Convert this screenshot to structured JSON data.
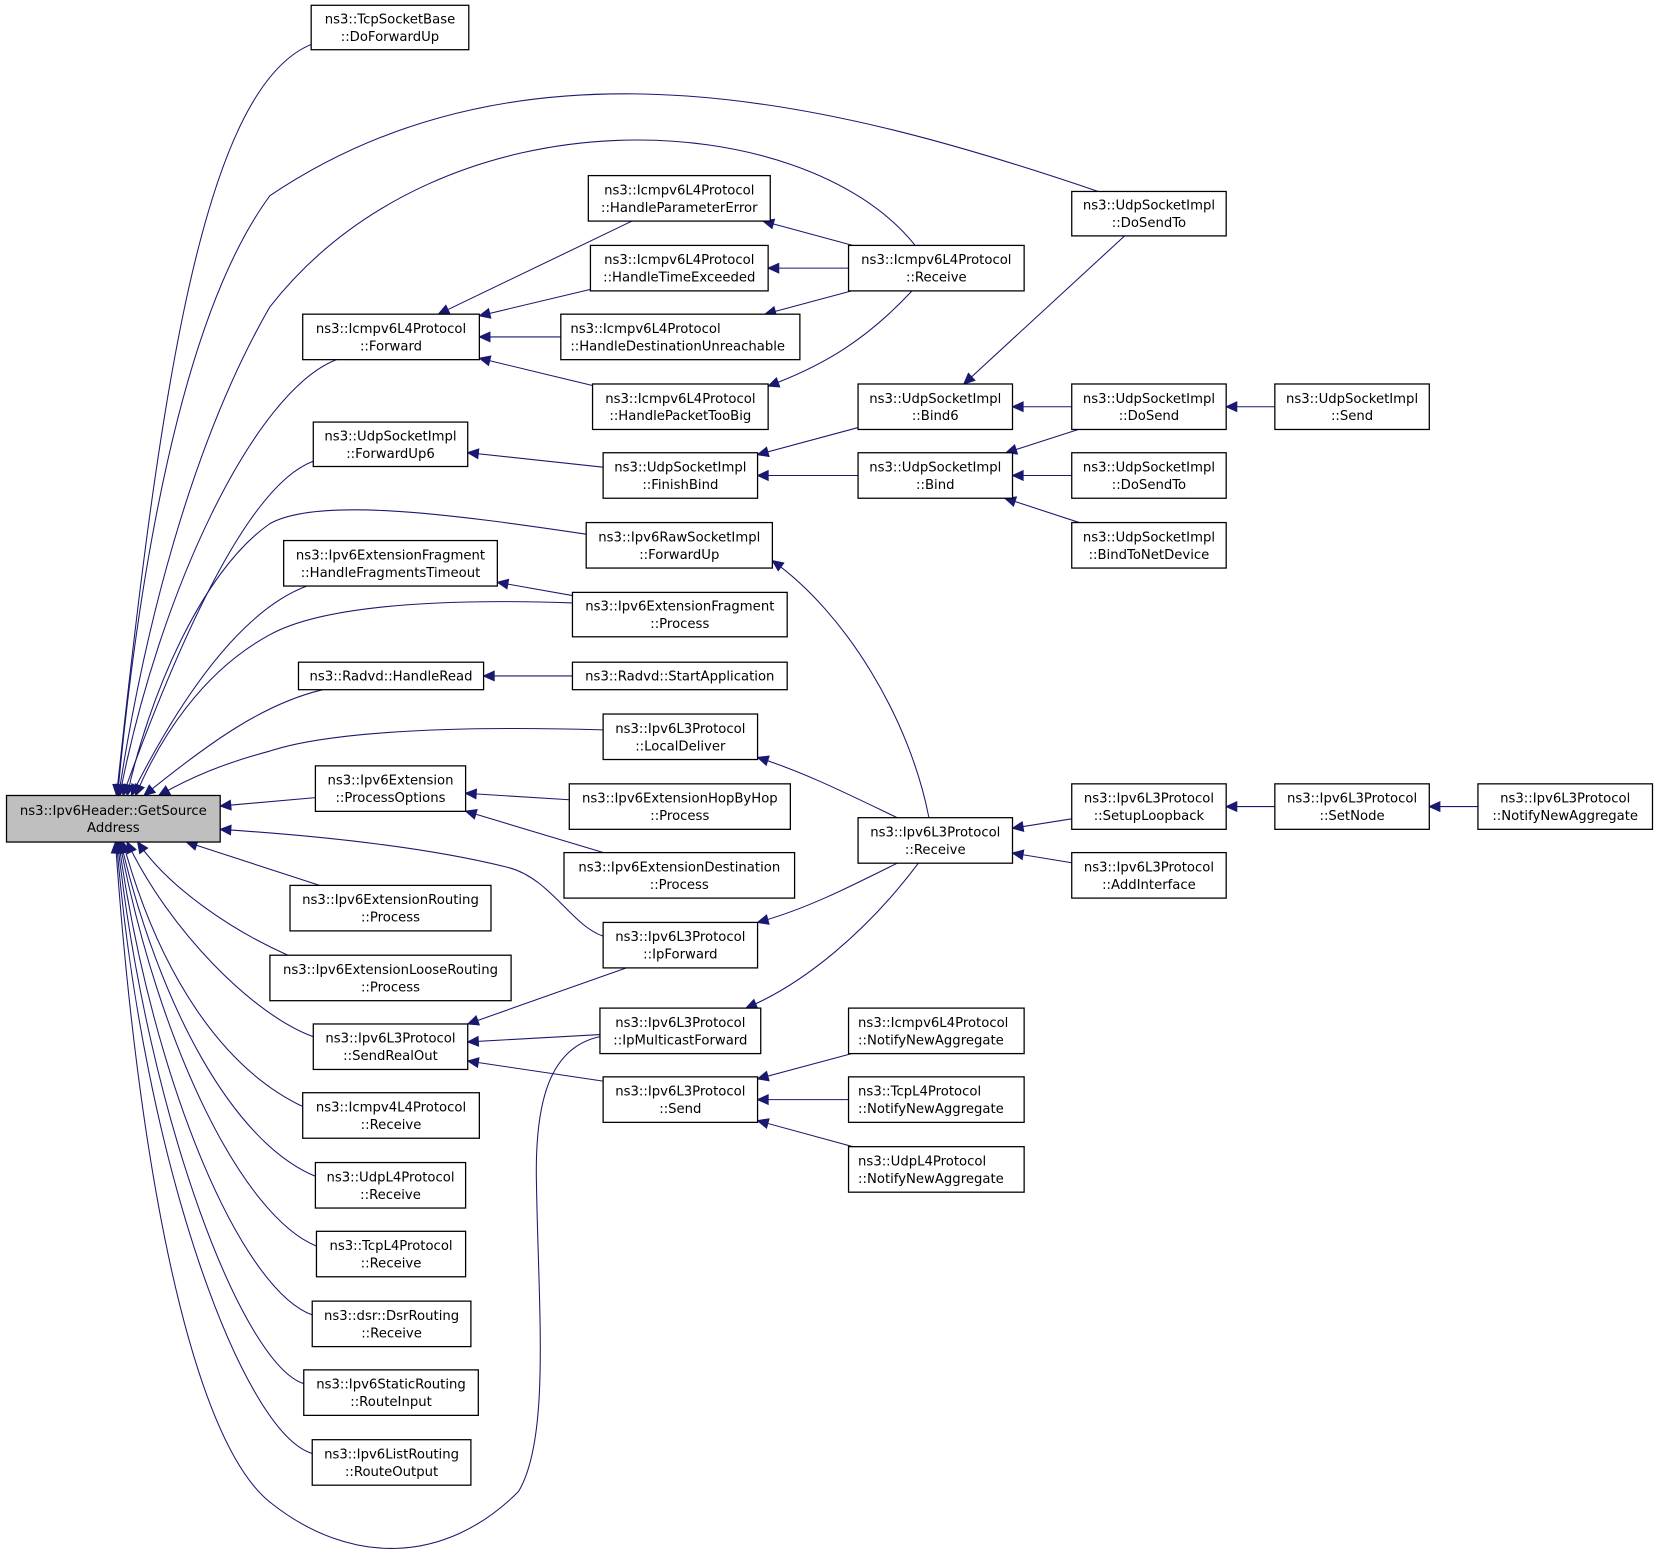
{
  "title": "Caller graph: ns3::Ipv6Header::GetSourceAddress",
  "colors": {
    "edge": "#191970",
    "root_fill": "#bfbfbf",
    "node_fill": "#ffffff",
    "node_border": "#000000"
  },
  "nodes": [
    {
      "id": "root",
      "lines": [
        "ns3::Ipv6Header::GetSource",
        "Address"
      ],
      "root": true
    },
    {
      "id": "tcpsb_dofwd",
      "lines": [
        "ns3::TcpSocketBase",
        "::DoForwardUp"
      ]
    },
    {
      "id": "icmp_fwd",
      "lines": [
        "ns3::Icmpv6L4Protocol",
        "::Forward"
      ]
    },
    {
      "id": "icmp_hpe",
      "lines": [
        "ns3::Icmpv6L4Protocol",
        "::HandleParameterError"
      ]
    },
    {
      "id": "icmp_hte",
      "lines": [
        "ns3::Icmpv6L4Protocol",
        "::HandleTimeExceeded"
      ]
    },
    {
      "id": "icmp_hdu",
      "lines": [
        "ns3::Icmpv6L4Protocol",
        "::HandleDestinationUnreachable"
      ]
    },
    {
      "id": "icmp_hptb",
      "lines": [
        "ns3::Icmpv6L4Protocol",
        "::HandlePacketTooBig"
      ]
    },
    {
      "id": "icmp_recv",
      "lines": [
        "ns3::Icmpv6L4Protocol",
        "::Receive"
      ]
    },
    {
      "id": "udp_dosendto_top",
      "lines": [
        "ns3::UdpSocketImpl",
        "::DoSendTo"
      ]
    },
    {
      "id": "udp_fwdup6",
      "lines": [
        "ns3::UdpSocketImpl",
        "::ForwardUp6"
      ]
    },
    {
      "id": "udp_finishbind",
      "lines": [
        "ns3::UdpSocketImpl",
        "::FinishBind"
      ]
    },
    {
      "id": "udp_bind6",
      "lines": [
        "ns3::UdpSocketImpl",
        "::Bind6"
      ]
    },
    {
      "id": "udp_bind",
      "lines": [
        "ns3::UdpSocketImpl",
        "::Bind"
      ]
    },
    {
      "id": "udp_dosend",
      "lines": [
        "ns3::UdpSocketImpl",
        "::DoSend"
      ]
    },
    {
      "id": "udp_send",
      "lines": [
        "ns3::UdpSocketImpl",
        "::Send"
      ]
    },
    {
      "id": "udp_dosendto",
      "lines": [
        "ns3::UdpSocketImpl",
        "::DoSendTo"
      ]
    },
    {
      "id": "udp_bindnd",
      "lines": [
        "ns3::UdpSocketImpl",
        "::BindToNetDevice"
      ]
    },
    {
      "id": "raw_fwdup",
      "lines": [
        "ns3::Ipv6RawSocketImpl",
        "::ForwardUp"
      ]
    },
    {
      "id": "frag_hft",
      "lines": [
        "ns3::Ipv6ExtensionFragment",
        "::HandleFragmentsTimeout"
      ]
    },
    {
      "id": "frag_proc",
      "lines": [
        "ns3::Ipv6ExtensionFragment",
        "::Process"
      ]
    },
    {
      "id": "radvd_hr",
      "lines": [
        "ns3::Radvd::HandleRead"
      ]
    },
    {
      "id": "radvd_sa",
      "lines": [
        "ns3::Radvd::StartApplication"
      ]
    },
    {
      "id": "l3_localdeliver",
      "lines": [
        "ns3::Ipv6L3Protocol",
        "::LocalDeliver"
      ]
    },
    {
      "id": "ext_procopt",
      "lines": [
        "ns3::Ipv6Extension",
        "::ProcessOptions"
      ]
    },
    {
      "id": "ext_hbh",
      "lines": [
        "ns3::Ipv6ExtensionHopByHop",
        "::Process"
      ]
    },
    {
      "id": "ext_dest",
      "lines": [
        "ns3::Ipv6ExtensionDestination",
        "::Process"
      ]
    },
    {
      "id": "ext_routing",
      "lines": [
        "ns3::Ipv6ExtensionRouting",
        "::Process"
      ]
    },
    {
      "id": "ext_loose",
      "lines": [
        "ns3::Ipv6ExtensionLooseRouting",
        "::Process"
      ]
    },
    {
      "id": "l3_ipforward",
      "lines": [
        "ns3::Ipv6L3Protocol",
        "::IpForward"
      ]
    },
    {
      "id": "l3_receive",
      "lines": [
        "ns3::Ipv6L3Protocol",
        "::Receive"
      ]
    },
    {
      "id": "l3_setuploop",
      "lines": [
        "ns3::Ipv6L3Protocol",
        "::SetupLoopback"
      ]
    },
    {
      "id": "l3_addif",
      "lines": [
        "ns3::Ipv6L3Protocol",
        "::AddInterface"
      ]
    },
    {
      "id": "l3_setnode",
      "lines": [
        "ns3::Ipv6L3Protocol",
        "::SetNode"
      ]
    },
    {
      "id": "l3_nna",
      "lines": [
        "ns3::Ipv6L3Protocol",
        "::NotifyNewAggregate"
      ]
    },
    {
      "id": "l3_sendrealout",
      "lines": [
        "ns3::Ipv6L3Protocol",
        "::SendRealOut"
      ]
    },
    {
      "id": "l3_ipmcast",
      "lines": [
        "ns3::Ipv6L3Protocol",
        "::IpMulticastForward"
      ]
    },
    {
      "id": "l3_send",
      "lines": [
        "ns3::Ipv6L3Protocol",
        "::Send"
      ]
    },
    {
      "id": "icmp_nna",
      "lines": [
        "ns3::Icmpv6L4Protocol",
        "::NotifyNewAggregate"
      ]
    },
    {
      "id": "tcpl4_nna",
      "lines": [
        "ns3::TcpL4Protocol",
        "::NotifyNewAggregate"
      ]
    },
    {
      "id": "udpl4_nna",
      "lines": [
        "ns3::UdpL4Protocol",
        "::NotifyNewAggregate"
      ]
    },
    {
      "id": "icmpv4_recv",
      "lines": [
        "ns3::Icmpv4L4Protocol",
        "::Receive"
      ]
    },
    {
      "id": "udpl4_recv",
      "lines": [
        "ns3::UdpL4Protocol",
        "::Receive"
      ]
    },
    {
      "id": "tcpl4_recv",
      "lines": [
        "ns3::TcpL4Protocol",
        "::Receive"
      ]
    },
    {
      "id": "dsr_recv",
      "lines": [
        "ns3::dsr::DsrRouting",
        "::Receive"
      ]
    },
    {
      "id": "static_ri",
      "lines": [
        "ns3::Ipv6StaticRouting",
        "::RouteInput"
      ]
    },
    {
      "id": "list_ro",
      "lines": [
        "ns3::Ipv6ListRouting",
        "::RouteOutput"
      ]
    }
  ],
  "edges": [
    {
      "from": "tcpsb_dofwd",
      "to": "root"
    },
    {
      "from": "udp_dosendto_top",
      "to": "root"
    },
    {
      "from": "icmp_recv",
      "to": "root"
    },
    {
      "from": "icmp_fwd",
      "to": "root"
    },
    {
      "from": "udp_fwdup6",
      "to": "root"
    },
    {
      "from": "raw_fwdup",
      "to": "root"
    },
    {
      "from": "frag_hft",
      "to": "root"
    },
    {
      "from": "frag_proc",
      "to": "root"
    },
    {
      "from": "radvd_hr",
      "to": "root"
    },
    {
      "from": "l3_localdeliver",
      "to": "root"
    },
    {
      "from": "ext_procopt",
      "to": "root"
    },
    {
      "from": "l3_ipforward",
      "to": "root"
    },
    {
      "from": "ext_routing",
      "to": "root"
    },
    {
      "from": "ext_loose",
      "to": "root"
    },
    {
      "from": "l3_sendrealout",
      "to": "root"
    },
    {
      "from": "icmpv4_recv",
      "to": "root"
    },
    {
      "from": "udpl4_recv",
      "to": "root"
    },
    {
      "from": "tcpl4_recv",
      "to": "root"
    },
    {
      "from": "dsr_recv",
      "to": "root"
    },
    {
      "from": "static_ri",
      "to": "root"
    },
    {
      "from": "list_ro",
      "to": "root"
    },
    {
      "from": "l3_ipmcast",
      "to": "root"
    },
    {
      "from": "icmp_hpe",
      "to": "icmp_fwd"
    },
    {
      "from": "icmp_hte",
      "to": "icmp_fwd"
    },
    {
      "from": "icmp_hdu",
      "to": "icmp_fwd"
    },
    {
      "from": "icmp_hptb",
      "to": "icmp_fwd"
    },
    {
      "from": "icmp_recv",
      "to": "icmp_hpe"
    },
    {
      "from": "icmp_recv",
      "to": "icmp_hte"
    },
    {
      "from": "icmp_recv",
      "to": "icmp_hdu"
    },
    {
      "from": "icmp_recv",
      "to": "icmp_hptb"
    },
    {
      "from": "udp_finishbind",
      "to": "udp_fwdup6"
    },
    {
      "from": "udp_bind6",
      "to": "udp_finishbind"
    },
    {
      "from": "udp_bind",
      "to": "udp_finishbind"
    },
    {
      "from": "udp_dosendto_top",
      "to": "udp_bind6"
    },
    {
      "from": "udp_dosend",
      "to": "udp_bind6"
    },
    {
      "from": "udp_dosend",
      "to": "udp_bind"
    },
    {
      "from": "udp_dosendto",
      "to": "udp_bind"
    },
    {
      "from": "udp_bindnd",
      "to": "udp_bind"
    },
    {
      "from": "udp_send",
      "to": "udp_dosend"
    },
    {
      "from": "frag_proc",
      "to": "frag_hft"
    },
    {
      "from": "radvd_sa",
      "to": "radvd_hr"
    },
    {
      "from": "ext_hbh",
      "to": "ext_procopt"
    },
    {
      "from": "ext_dest",
      "to": "ext_procopt"
    },
    {
      "from": "l3_receive",
      "to": "raw_fwdup"
    },
    {
      "from": "l3_receive",
      "to": "l3_localdeliver"
    },
    {
      "from": "l3_receive",
      "to": "l3_ipforward"
    },
    {
      "from": "l3_receive",
      "to": "l3_ipmcast"
    },
    {
      "from": "l3_setuploop",
      "to": "l3_receive"
    },
    {
      "from": "l3_addif",
      "to": "l3_receive"
    },
    {
      "from": "l3_setnode",
      "to": "l3_setuploop"
    },
    {
      "from": "l3_nna",
      "to": "l3_setnode"
    },
    {
      "from": "l3_ipforward",
      "to": "l3_sendrealout"
    },
    {
      "from": "l3_ipmcast",
      "to": "l3_sendrealout"
    },
    {
      "from": "l3_send",
      "to": "l3_sendrealout"
    },
    {
      "from": "icmp_nna",
      "to": "l3_send"
    },
    {
      "from": "tcpl4_nna",
      "to": "l3_send"
    },
    {
      "from": "udpl4_nna",
      "to": "l3_send"
    }
  ]
}
